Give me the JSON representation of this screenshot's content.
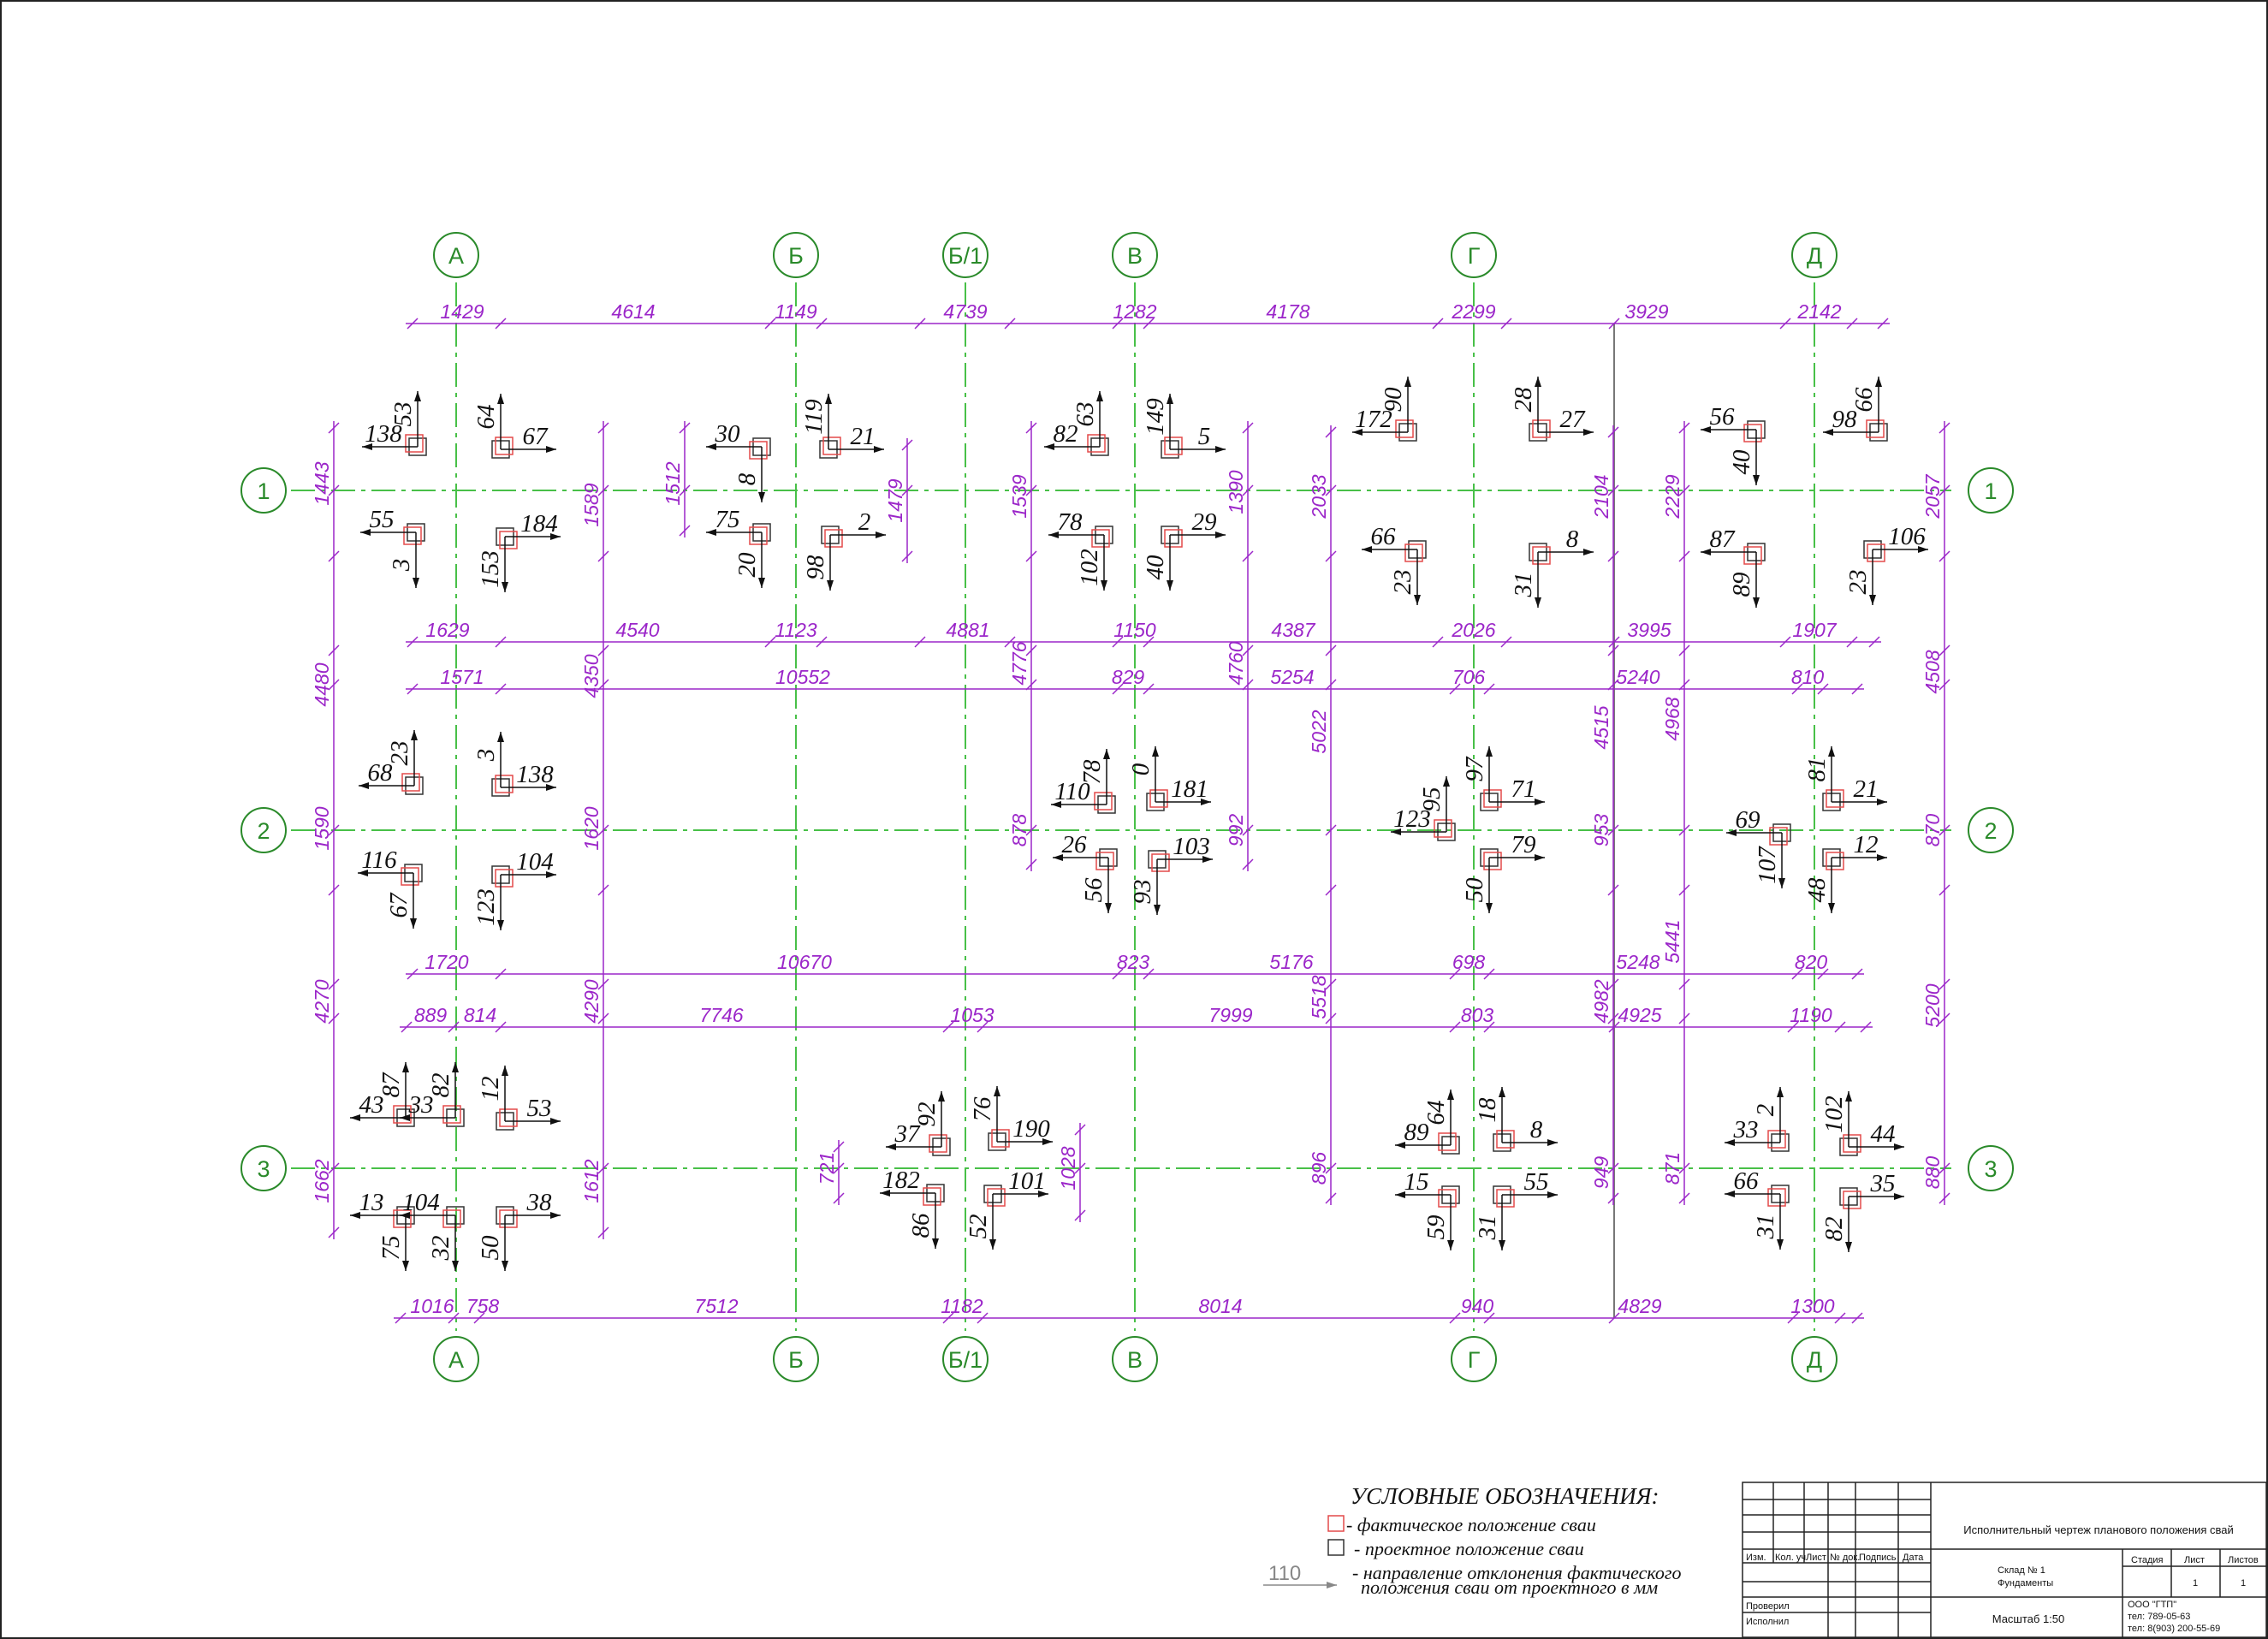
{
  "colors": {
    "axis": "#2a8a2a",
    "gridline": "#48c048",
    "dimension": "#9b26c9",
    "actual_pile": "#e34a4a",
    "design_pile": "#333333",
    "text": "#111111"
  },
  "axes": {
    "columns": [
      "А",
      "Б",
      "Б/1",
      "В",
      "Г",
      "Д"
    ],
    "rows": [
      "1",
      "2",
      "3"
    ]
  },
  "dimensions": {
    "row_top": [
      "1429",
      "4614",
      "1149",
      "4739",
      "1282",
      "4178",
      "2299",
      "3929",
      "2142"
    ],
    "row_440": [
      "1629",
      "4540",
      "1123",
      "4881",
      "1150",
      "4387",
      "2026",
      "3995",
      "1907"
    ],
    "row_470": [
      "1571",
      "10552",
      "829",
      "5254",
      "706",
      "5240",
      "810"
    ],
    "row_668": [
      "1720",
      "10670",
      "823",
      "5176",
      "698",
      "5248",
      "820"
    ],
    "row_705": [
      "889",
      "814",
      "7746",
      "1053",
      "7999",
      "803",
      "4925",
      "1190"
    ],
    "row_bottom": [
      "1016",
      "758",
      "7512",
      "1182",
      "8014",
      "940",
      "4829",
      "1300"
    ],
    "vertical": [
      "1443",
      "4480",
      "1590",
      "4270",
      "1662",
      "1589",
      "4350",
      "1620",
      "4290",
      "1612",
      "1512",
      "1479",
      "721",
      "1539",
      "4776",
      "878",
      "1028",
      "1390",
      "4760",
      "992",
      "2033",
      "5022",
      "5518",
      "896",
      "2104",
      "4515",
      "953",
      "4982",
      "949",
      "2229",
      "4968",
      "5441",
      "871",
      "2057",
      "4508",
      "870",
      "5200",
      "880"
    ]
  },
  "deviations": [
    "53",
    "138",
    "64",
    "67",
    "55",
    "3",
    "184",
    "153",
    "30",
    "8",
    "119",
    "21",
    "75",
    "20",
    "2",
    "98",
    "82",
    "63",
    "149",
    "5",
    "78",
    "102",
    "29",
    "40",
    "172",
    "90",
    "28",
    "27",
    "66",
    "23",
    "8",
    "31",
    "56",
    "40",
    "98",
    "66",
    "87",
    "89",
    "106",
    "23",
    "68",
    "23",
    "3",
    "138",
    "116",
    "67",
    "104",
    "123",
    "110",
    "78",
    "0",
    "181",
    "26",
    "56",
    "103",
    "93",
    "123",
    "95",
    "97",
    "71",
    "79",
    "50",
    "69",
    "107",
    "81",
    "21",
    "12",
    "48",
    "43",
    "87",
    "82",
    "33",
    "12",
    "53",
    "13",
    "75",
    "104",
    "32",
    "38",
    "50",
    "37",
    "92",
    "182",
    "86",
    "76",
    "190",
    "101",
    "52",
    "89",
    "64",
    "18",
    "8",
    "15",
    "59",
    "55",
    "31",
    "33",
    "2",
    "102",
    "44",
    "66",
    "31",
    "35",
    "82"
  ],
  "legend": {
    "title": "УСЛОВНЫЕ ОБОЗНАЧЕНИЯ:",
    "actual": "- фактическое положение сваи",
    "design": "- проектное положение сваи",
    "direction_line1": "- направление отклонения фактического",
    "direction_line2": "положения сваи от проектного в мм",
    "sample_value": "110"
  },
  "title_block": {
    "headers": [
      "Изм.",
      "Кол. уч",
      "Лист",
      "№ док.",
      "Подпись",
      "Дата"
    ],
    "drawing_title": "Исполнительный чертеж планового положения свай",
    "object": "Склад № 1",
    "section": "Фундаменты",
    "stage_label": "Стадия",
    "sheet_label": "Лист",
    "sheets_label": "Листов",
    "sheet": "1",
    "sheets": "1",
    "checked": "Проверил",
    "made": "Исполнил",
    "scale": "Масштаб 1:50",
    "company": "ООО \"ГТП\"",
    "phone1": "тел: 789-05-63",
    "phone2": "тел: 8(903) 200-55-69"
  }
}
